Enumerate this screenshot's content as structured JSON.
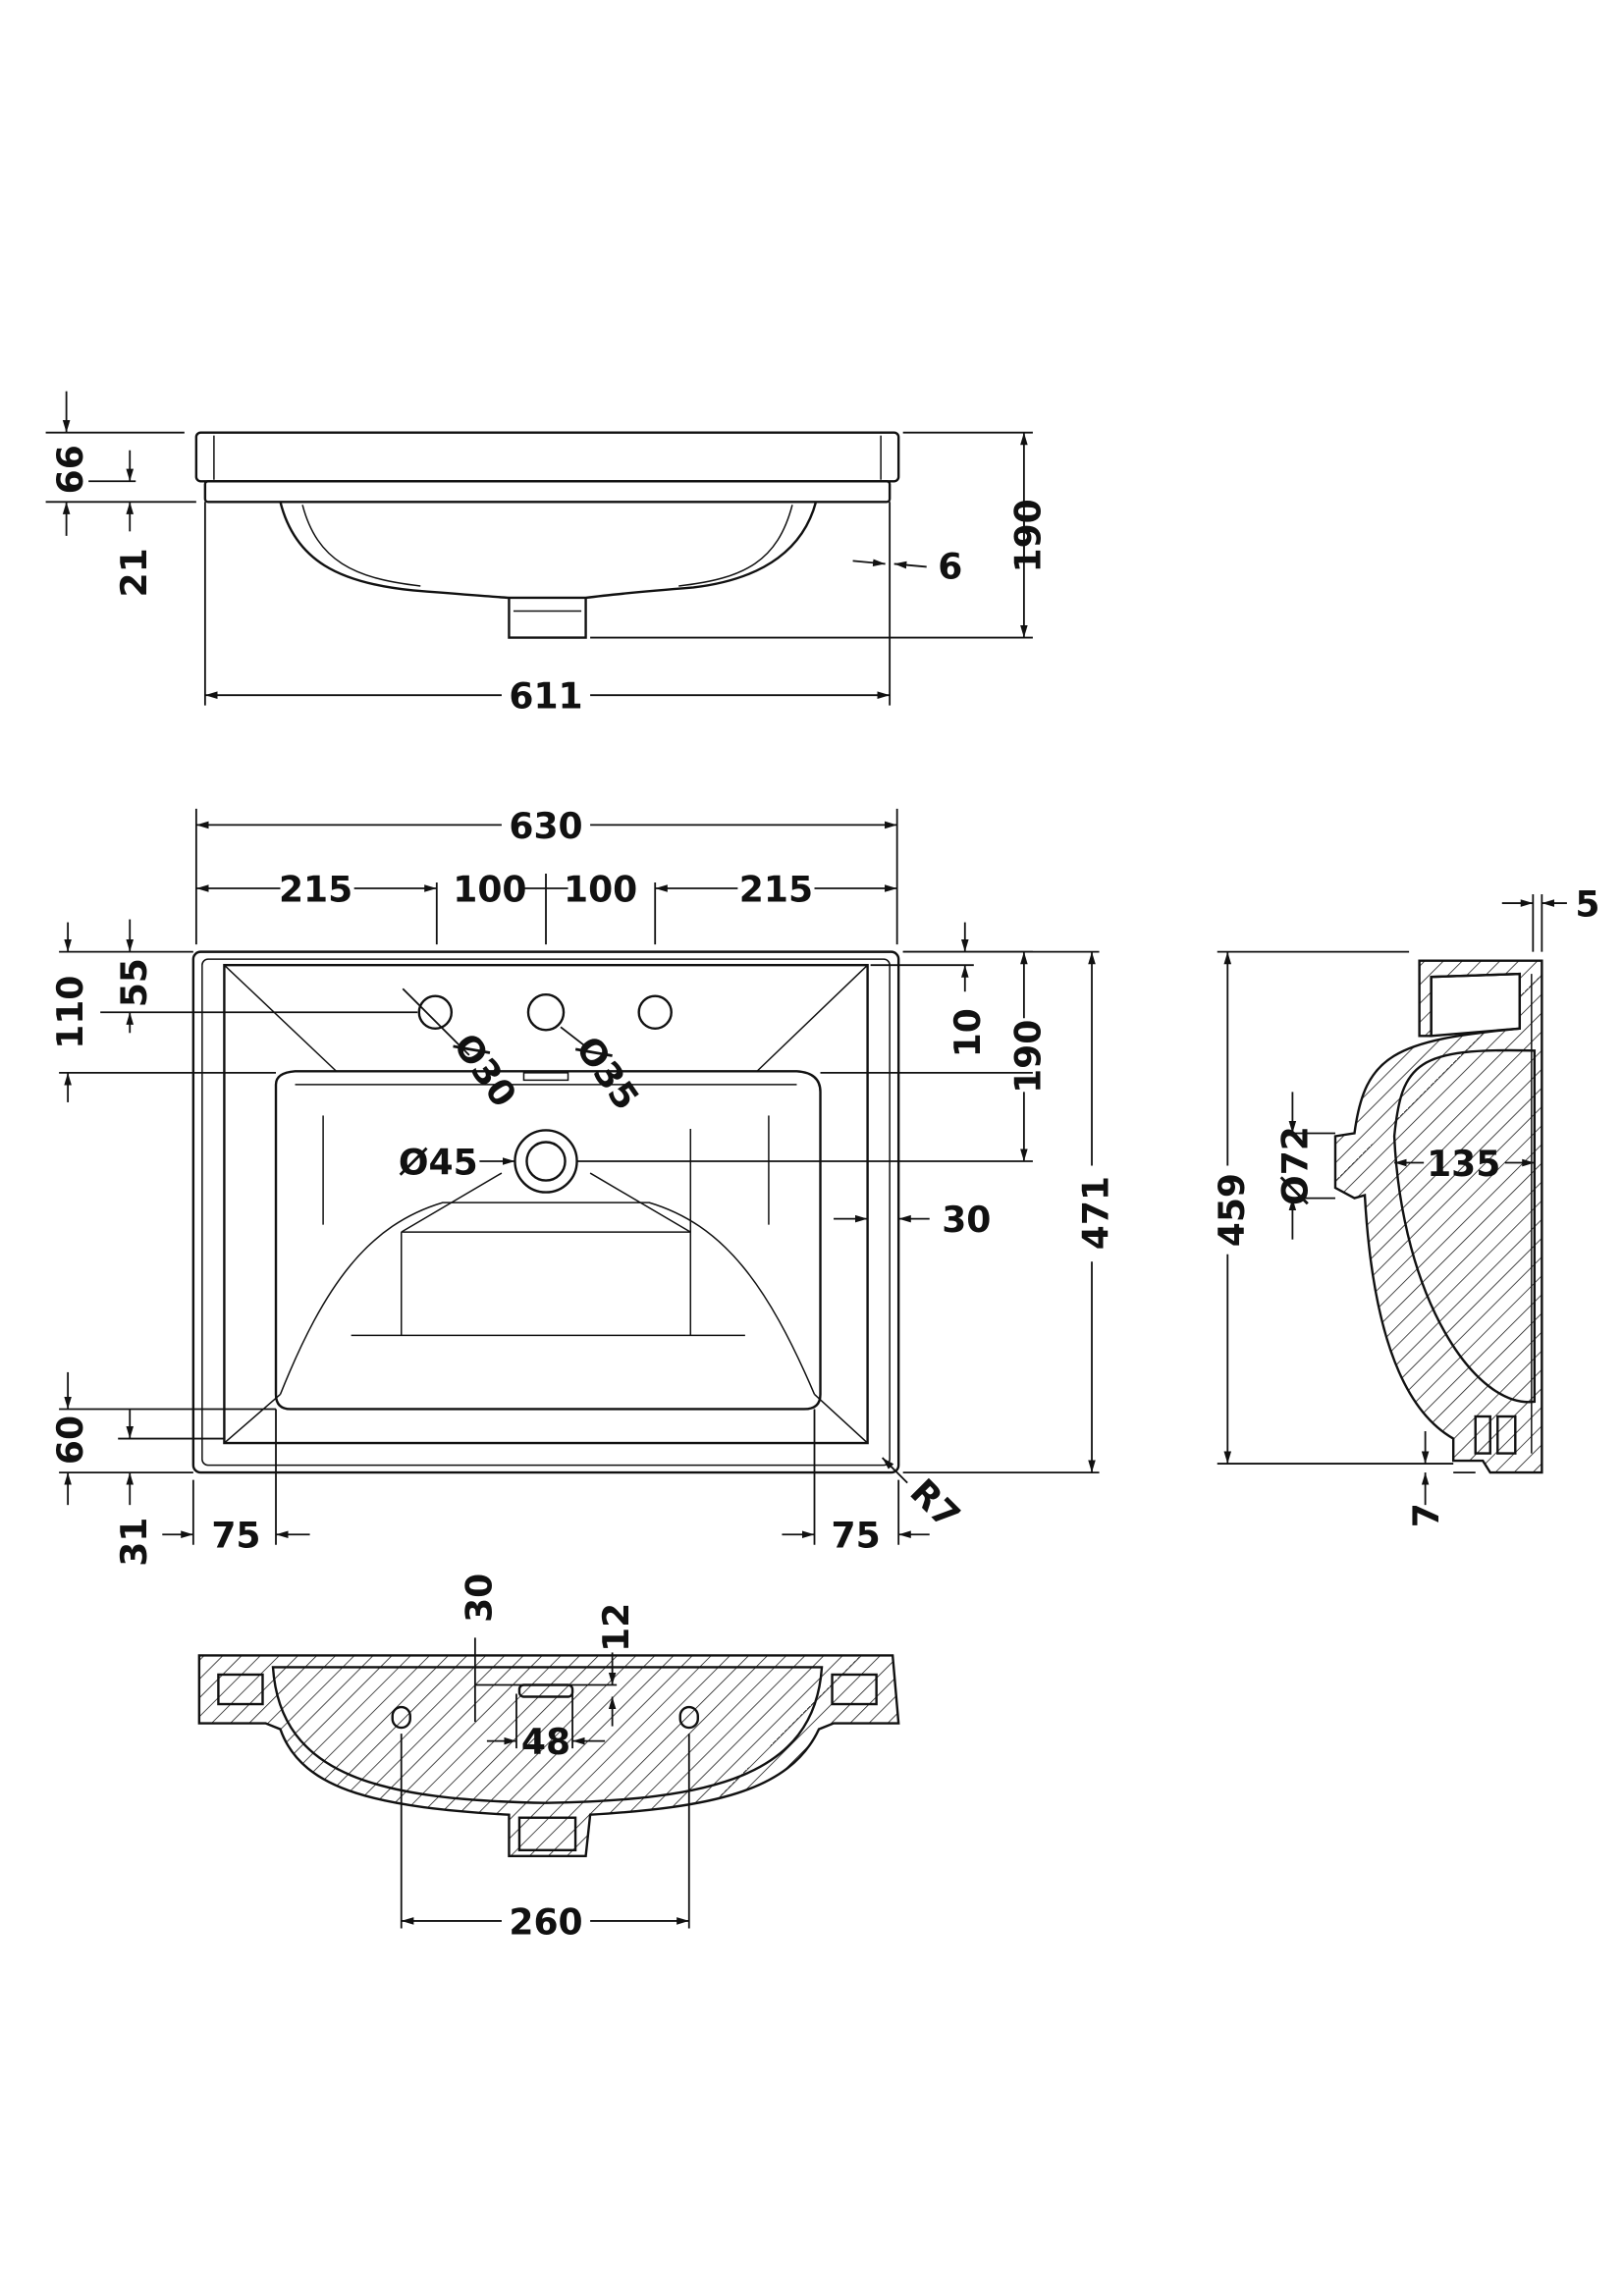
{
  "front_elevation": {
    "width": "611",
    "rim_height": "66",
    "lip": "21",
    "depth": "190",
    "overhang": "6"
  },
  "plan_view": {
    "overall_width": "630",
    "tap_spacing": [
      "215",
      "100",
      "100",
      "215"
    ],
    "hole_offset_55": "55",
    "hole_offset_110": "110",
    "rim_10": "10",
    "bowl_190": "190",
    "tap_hole_dia": "Ø30",
    "overflow_dia": "Ø35",
    "waste_dia": "Ø45",
    "side_30": "30",
    "overall_depth": "471",
    "front_60": "60",
    "front_31": "31",
    "left_75": "75",
    "right_75": "75",
    "radius": "R7"
  },
  "side_section": {
    "depth": "459",
    "wall": "5",
    "outlet_dia": "Ø72",
    "projection": "135",
    "foot": "7"
  },
  "rear_section": {
    "slot_30": "30",
    "slot_12": "12",
    "slot_48": "48",
    "fixing_centres": "260"
  }
}
